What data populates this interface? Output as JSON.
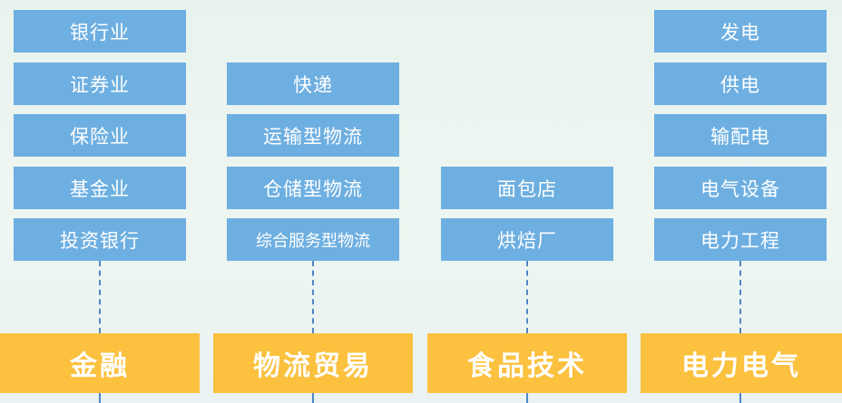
{
  "columns": [
    {
      "category": "金融",
      "items": [
        "银行业",
        "证券业",
        "保险业",
        "基金业",
        "投资银行"
      ]
    },
    {
      "category": "物流贸易",
      "items": [
        "快递",
        "运输型物流",
        "仓储型物流",
        "综合服务型物流"
      ]
    },
    {
      "category": "食品技术",
      "items": [
        "面包店",
        "烘焙厂"
      ]
    },
    {
      "category": "电力电气",
      "items": [
        "发电",
        "供电",
        "输配电",
        "电气设备",
        "电力工程"
      ]
    }
  ],
  "colors": {
    "item_box": "#6eafe1",
    "category_box": "#fbc13f",
    "connector": "#4f86c6",
    "background": "#eaf4ef"
  }
}
